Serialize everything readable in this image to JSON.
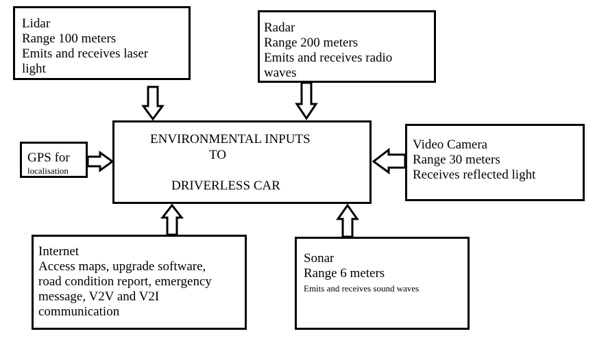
{
  "lidar": {
    "title": "Lidar",
    "range": "Range 100 meters",
    "desc_line1": "Emits and receives laser",
    "desc_line2": "light"
  },
  "radar": {
    "title": "Radar",
    "range": "Range 200 meters",
    "desc_line1": "Emits and receives radio",
    "desc_line2": "waves"
  },
  "gps": {
    "title": "GPS for",
    "subtitle": "localisation"
  },
  "center": {
    "line1": "ENVIRONMENTAL INPUTS",
    "line2": "TO",
    "line3": "DRIVERLESS CAR"
  },
  "video": {
    "title": "Video Camera",
    "range": "Range 30 meters",
    "desc": "Receives reflected light"
  },
  "internet": {
    "title": "Internet",
    "line1": "Access maps, upgrade software,",
    "line2": "road condition report, emergency",
    "line3": "message, V2V and V2I",
    "line4": "communication"
  },
  "sonar": {
    "title": "Sonar",
    "range": "Range 6 meters",
    "desc": "Emits and receives sound waves"
  }
}
